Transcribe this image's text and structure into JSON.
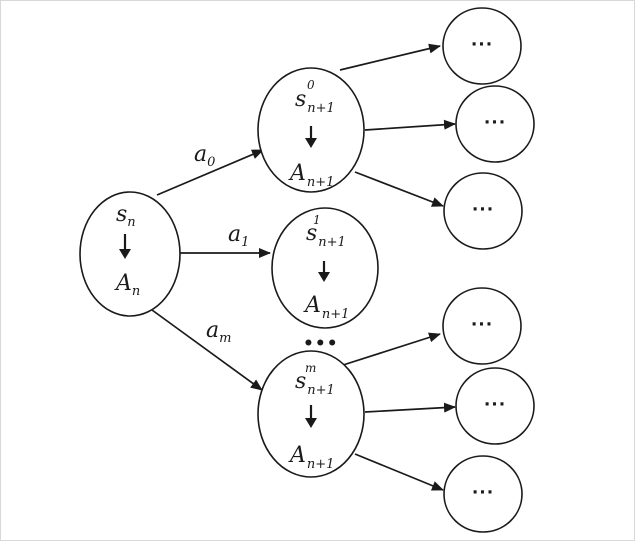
{
  "diagram": {
    "root": {
      "state": "s",
      "state_sub": "n",
      "action_set": "A",
      "action_set_sub": "n"
    },
    "edges": [
      {
        "label": "a",
        "label_sub": "0"
      },
      {
        "label": "a",
        "label_sub": "1"
      },
      {
        "label": "a",
        "label_sub": "m"
      }
    ],
    "children": [
      {
        "state": "s",
        "state_sub": "n+1",
        "state_sup": "0",
        "action_set": "A",
        "action_set_sub": "n+1"
      },
      {
        "state": "s",
        "state_sub": "n+1",
        "state_sup": "1",
        "action_set": "A",
        "action_set_sub": "n+1"
      },
      {
        "state": "s",
        "state_sub": "n+1",
        "state_sup": "m",
        "action_set": "A",
        "action_set_sub": "n+1"
      }
    ],
    "ellipsis_between_children": "•••",
    "leaf_label": "···"
  }
}
